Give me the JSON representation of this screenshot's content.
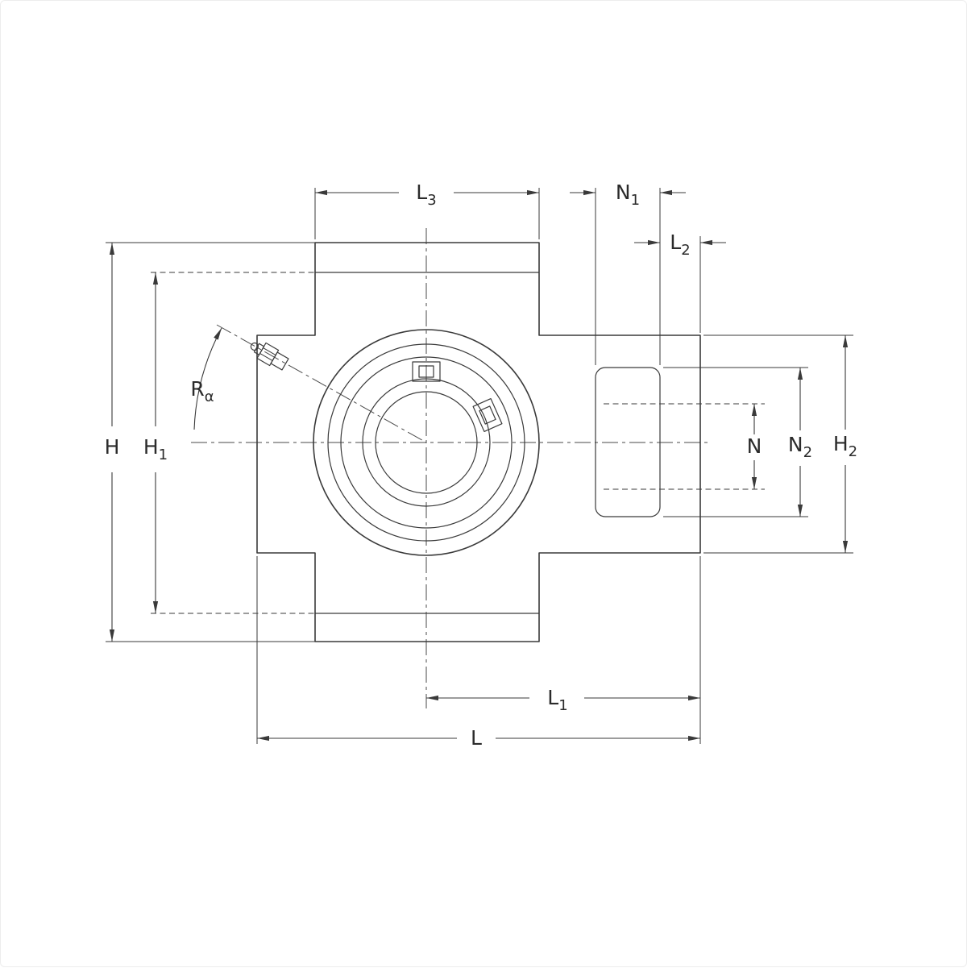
{
  "labels": {
    "H": {
      "main": "H",
      "sub": ""
    },
    "H1": {
      "main": "H",
      "sub": "1"
    },
    "L3": {
      "main": "L",
      "sub": "3"
    },
    "N1": {
      "main": "N",
      "sub": "1"
    },
    "L2": {
      "main": "L",
      "sub": "2"
    },
    "Ra": {
      "main": "R",
      "sub": "α"
    },
    "N": {
      "main": "N",
      "sub": ""
    },
    "N2": {
      "main": "N",
      "sub": "2"
    },
    "H2": {
      "main": "H",
      "sub": "2"
    },
    "L1": {
      "main": "L",
      "sub": "1"
    },
    "L": {
      "main": "L",
      "sub": ""
    }
  },
  "colors": {
    "line": "#3a3a3a",
    "centerline": "#4a4a4a",
    "bore_fill": "#ececec",
    "background": "#ffffff"
  }
}
